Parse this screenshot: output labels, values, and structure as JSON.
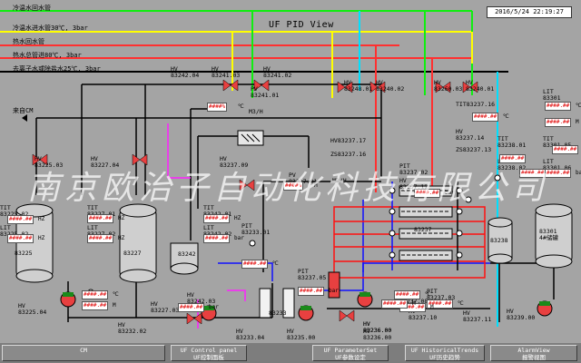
{
  "header": {
    "title": "UF PID View",
    "datetime": "2016/5/24 22:19:27"
  },
  "lines": [
    "冷温水回水管",
    "冷温水进水管30℃, 3bar",
    "热水回水管",
    "热水总管进80℃, 3bar",
    "去离子水或除盐水25℃, 3bar"
  ],
  "inlet_label": "来自CM",
  "watermark": "南京欧治子自动化科技有限公司",
  "tags": [
    "HV\n83242.04",
    "HV\n83241.03",
    "HV\n83241.02",
    "PV\n83241.01",
    "M3/H",
    "HV\n83248.01",
    "HV\n83240.02",
    "HV\n83260.03",
    "HV\n83240.01",
    "LIT\n83301",
    "TIT83237.16",
    "HV\n83237.14",
    "TIT\n83238.01",
    "LIT\n83238.02",
    "TIT\n83301.05",
    "LIT\n83301.06",
    "HV83237.17",
    "ZS83237.16",
    "ZS83237.13",
    "HV\n83225.03",
    "HV\n83227.04",
    "HV\n83237.09",
    "PV\n83237.01",
    "M3/H",
    "PIT\n83237.02",
    "HV\n83237.12",
    "TIT\n83225.02",
    "LIT\n83225.02",
    "TIT\n83227.01",
    "LIT\n83227.02",
    "TIT\n83242.01",
    "LIT\n83242.02",
    "83242",
    "83225",
    "83227",
    "83238",
    "83237",
    "83301\n4#储罐",
    "PIT\n83233.01",
    "PIT\n83237.05",
    "HV\n83225.04",
    "HV\n83242.03",
    "HV\n83227.03",
    "HV\n83232.02",
    "PIT\n83237.03",
    "TIT\n83237.08",
    "HV\n83237.11",
    "HV\n83236.00",
    "HV\n83237.10",
    "HV\n83239.00",
    "HV\n83236.00",
    "83233",
    "HV\n83233.04",
    "HV\n83235.00",
    "HV\n83236.00"
  ],
  "readouts": [
    "####%",
    "####%",
    "####.##",
    "####.##",
    "####.##",
    "####.##",
    "####.##",
    "####.##",
    "####.##",
    "####.##",
    "####.##",
    "####.##",
    "####.##",
    "####.##",
    "####.##",
    "####.##",
    "####.##",
    "####.##",
    "####.##",
    "####.##",
    "####.##",
    "####.##",
    "####.##",
    "####.##",
    "####.##"
  ],
  "units": [
    "℃",
    "M",
    "℃",
    "M",
    "℃",
    "M",
    "bar",
    "bar",
    "bar",
    "HZ",
    "HZ",
    "HZ",
    "HZ",
    "HZ",
    "bar",
    "℃",
    "bar",
    "℃",
    "M",
    "℃",
    "M",
    "bar",
    "℃",
    "M"
  ],
  "nav": [
    {
      "label": "CM"
    },
    {
      "label": "UF Control panel",
      "sub": "UF控制面板"
    },
    {
      "label": "UF ParameterSet",
      "sub": "UF参数设定"
    },
    {
      "label": "UF HistoricalTrends",
      "sub": "UF历史趋势"
    },
    {
      "label": "AlarmView",
      "sub": "报警视图"
    }
  ]
}
